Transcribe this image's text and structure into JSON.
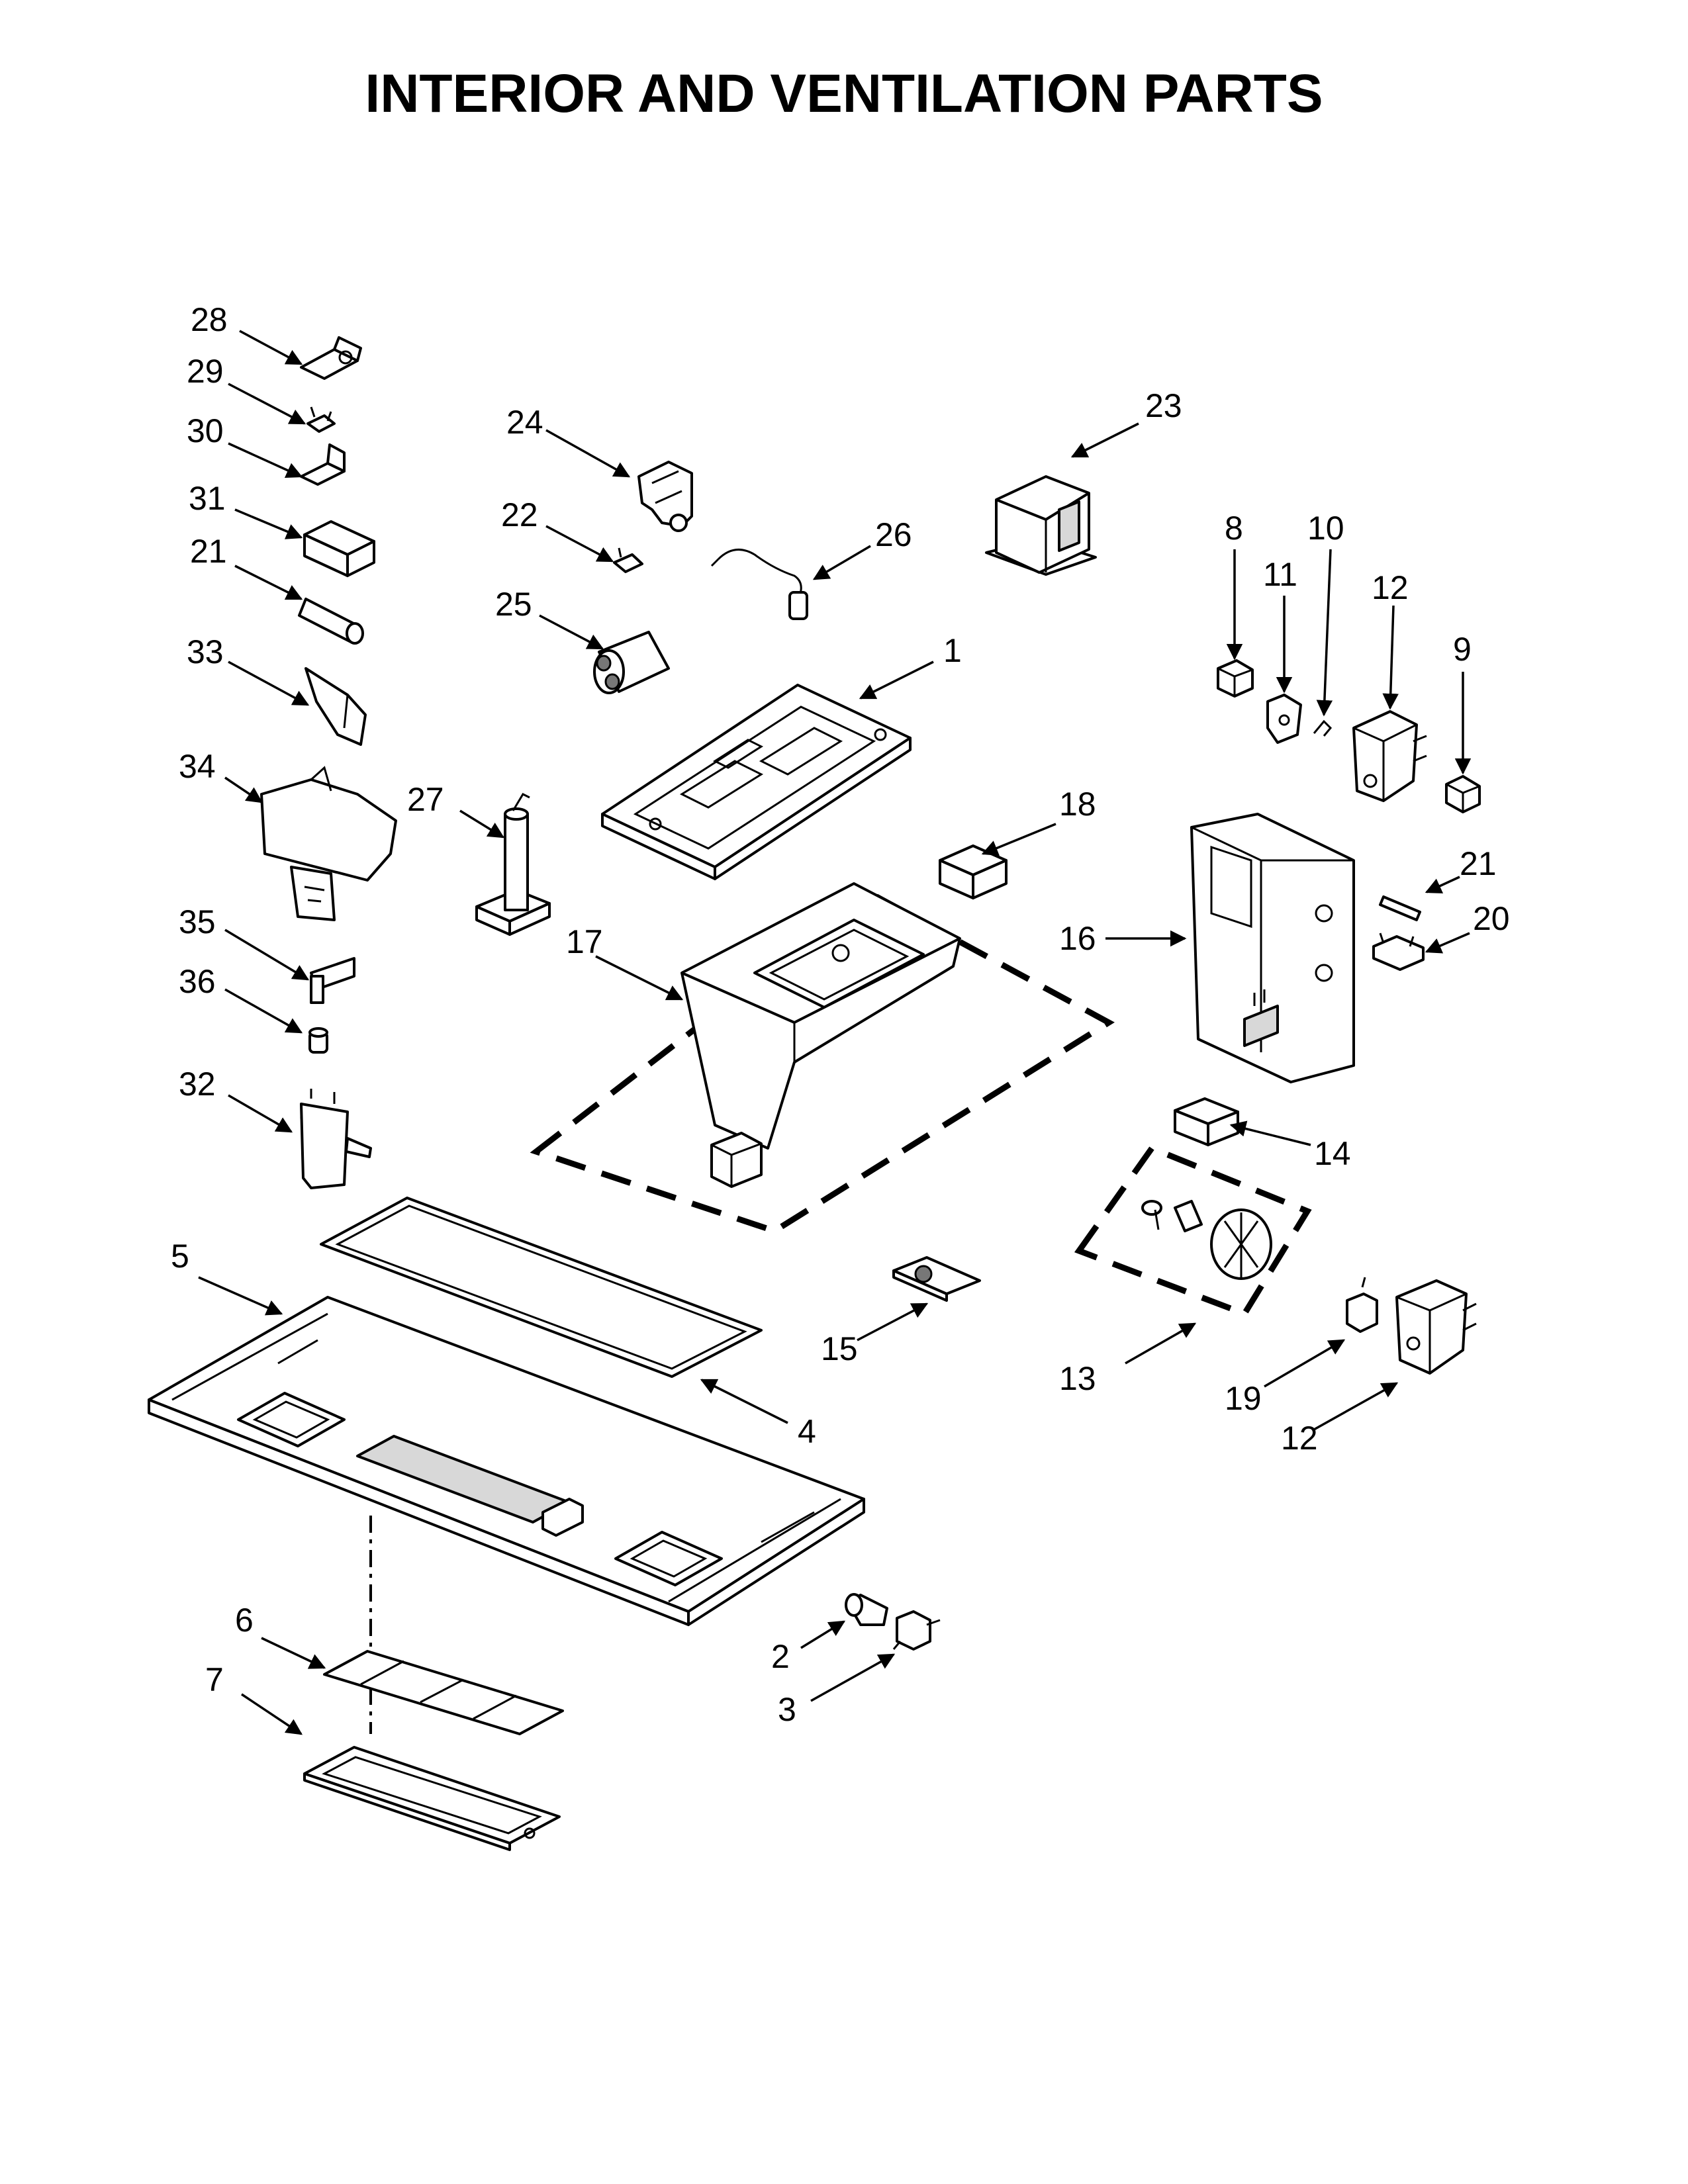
{
  "title": "INTERIOR AND VENTILATION PARTS",
  "callouts": {
    "c1": "1",
    "c2": "2",
    "c3": "3",
    "c4": "4",
    "c5": "5",
    "c6": "6",
    "c7": "7",
    "c8": "8",
    "c9": "9",
    "c10": "10",
    "c11": "11",
    "c12a": "12",
    "c12b": "12",
    "c13": "13",
    "c14": "14",
    "c15": "15",
    "c16": "16",
    "c17": "17",
    "c18": "18",
    "c19": "19",
    "c20": "20",
    "c21a": "21",
    "c21b": "21",
    "c22": "22",
    "c23": "23",
    "c24": "24",
    "c25": "25",
    "c26": "26",
    "c27": "27",
    "c28": "28",
    "c29": "29",
    "c30": "30",
    "c31": "31",
    "c32": "32",
    "c33": "33",
    "c34": "34",
    "c35": "35",
    "c36": "36"
  }
}
